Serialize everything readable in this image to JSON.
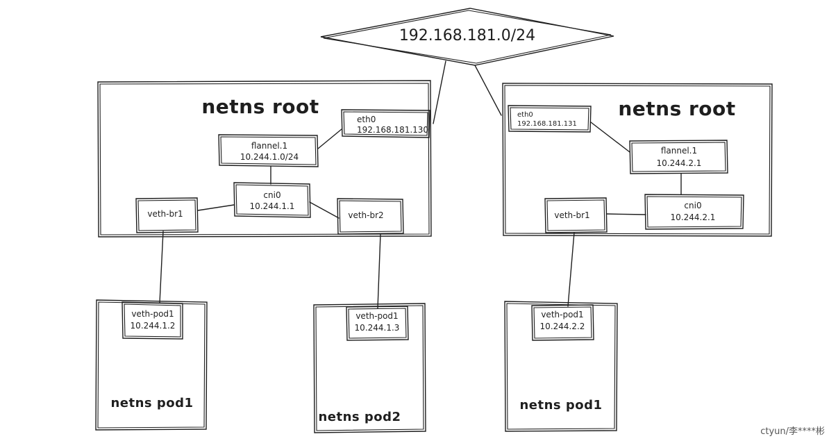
{
  "network": {
    "label": "192.168.181.0/24"
  },
  "node1": {
    "title": "netns root",
    "eth0": {
      "name": "eth0",
      "ip": "192.168.181.130"
    },
    "flannel": {
      "name": "flannel.1",
      "ip": "10.244.1.0/24"
    },
    "cni0": {
      "name": "cni0",
      "ip": "10.244.1.1"
    },
    "veth_br1": {
      "name": "veth-br1"
    },
    "veth_br2": {
      "name": "veth-br2"
    },
    "pod1": {
      "title": "netns pod1",
      "veth": "veth-pod1",
      "ip": "10.244.1.2"
    },
    "pod2": {
      "title": "netns pod2",
      "veth": "veth-pod1",
      "ip": "10.244.1.3"
    }
  },
  "node2": {
    "title": "netns root",
    "eth0": {
      "name": "eth0",
      "ip": "192.168.181.131"
    },
    "flannel": {
      "name": "flannel.1",
      "ip": "10.244.2.1"
    },
    "cni0": {
      "name": "cni0",
      "ip": "10.244.2.1"
    },
    "veth_br1": {
      "name": "veth-br1"
    },
    "pod1": {
      "title": "netns pod1",
      "veth": "veth-pod1",
      "ip": "10.244.2.2"
    }
  },
  "watermark": "ctyun/李****彬",
  "colors": {
    "stroke": "#1e1e1e",
    "background": "#ffffff"
  }
}
